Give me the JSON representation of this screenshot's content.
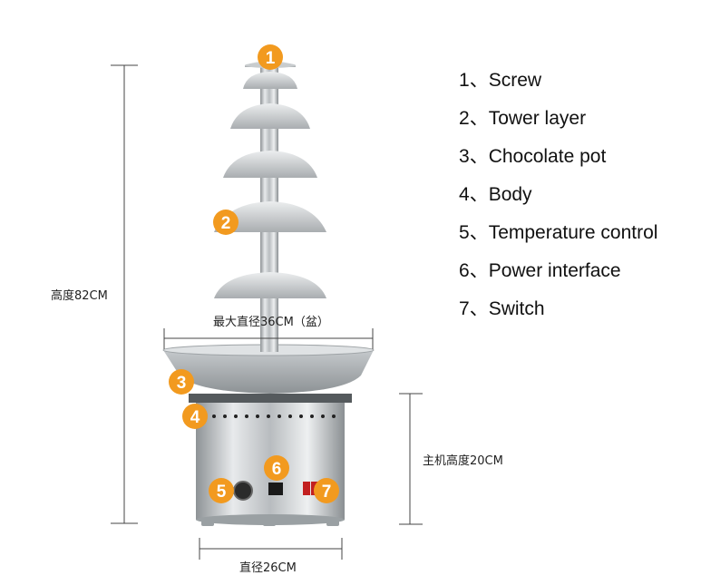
{
  "legend": [
    {
      "num": "1",
      "sep": "、",
      "text": "Screw"
    },
    {
      "num": "2",
      "sep": "、",
      "text": "Tower layer"
    },
    {
      "num": "3",
      "sep": "、",
      "text": "Chocolate pot"
    },
    {
      "num": "4",
      "sep": "、",
      "text": "Body"
    },
    {
      "num": "5",
      "sep": "、",
      "text": "Temperature control"
    },
    {
      "num": "6",
      "sep": "、",
      "text": "Power interface"
    },
    {
      "num": "7",
      "sep": "、",
      "text": "Switch"
    }
  ],
  "dimensions": {
    "total_height": "高度82CM",
    "max_diameter": "最大直径36CM（盆）",
    "body_height": "主机高度20CM",
    "base_diameter": "直径26CM"
  },
  "callouts": [
    "1",
    "2",
    "3",
    "4",
    "5",
    "6",
    "7"
  ],
  "colors": {
    "callout": "#f29a1f",
    "steel": "#c9cccf",
    "dim_line": "#444444",
    "text": "#111111"
  }
}
